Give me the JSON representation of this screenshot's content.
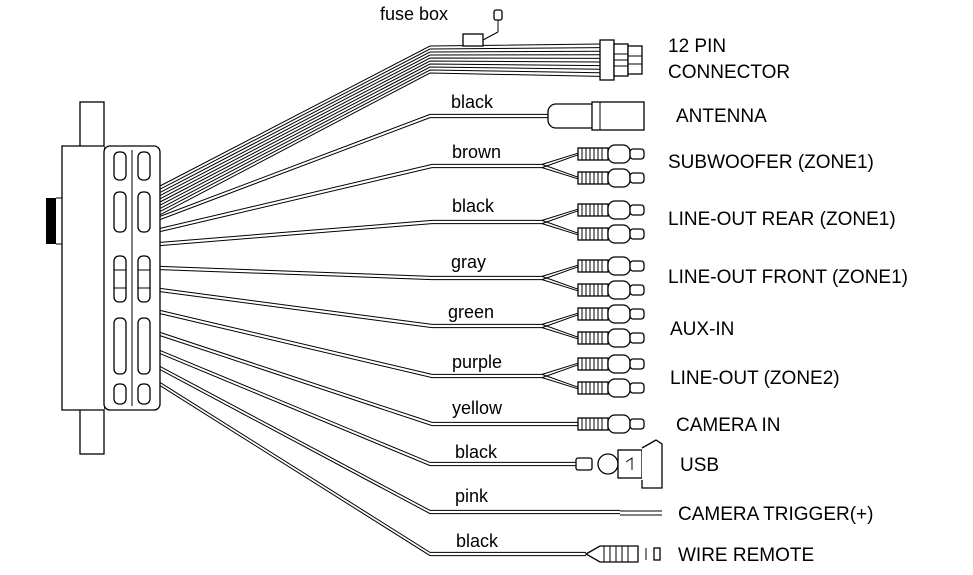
{
  "fuse_box_label": "fuse box",
  "connector_label_line1": "12 PIN",
  "connector_label_line2": "CONNECTOR",
  "harness": [
    {
      "color": "black",
      "port": "ANTENNA"
    },
    {
      "color": "brown",
      "port": "SUBWOOFER (ZONE1)"
    },
    {
      "color": "black",
      "port": "LINE-OUT REAR (ZONE1)"
    },
    {
      "color": "gray",
      "port": "LINE-OUT FRONT (ZONE1)"
    },
    {
      "color": "green",
      "port": "AUX-IN"
    },
    {
      "color": "purple",
      "port": "LINE-OUT (ZONE2)"
    },
    {
      "color": "yellow",
      "port": "CAMERA IN"
    },
    {
      "color": "black",
      "port": "USB"
    },
    {
      "color": "pink",
      "port": "CAMERA TRIGGER(+)"
    },
    {
      "color": "black",
      "port": "WIRE REMOTE"
    }
  ]
}
